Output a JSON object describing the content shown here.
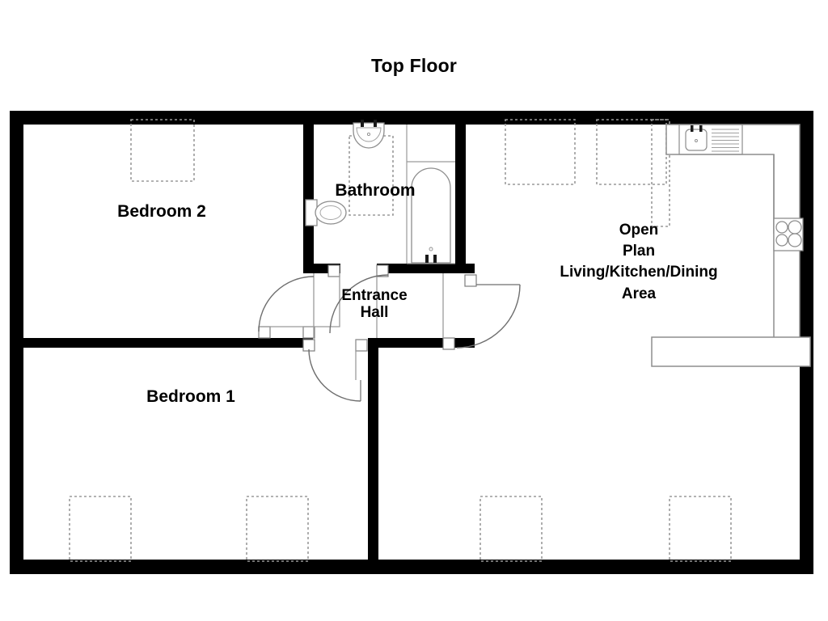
{
  "plan": {
    "title": "Top Floor",
    "type": "residential-floor-plan",
    "colors": {
      "wall": "#000000",
      "fixture_outline": "#8d8d8d",
      "window_dashed": "#9a9a9a",
      "door_arc": "#6e6e6e",
      "background": "#ffffff",
      "text": "#000000"
    }
  },
  "rooms": [
    {
      "id": "bedroom-2",
      "label": "Bedroom 2",
      "label_lines": [
        "Bedroom 2"
      ]
    },
    {
      "id": "bedroom-1",
      "label": "Bedroom 1",
      "label_lines": [
        "Bedroom 1"
      ]
    },
    {
      "id": "bathroom",
      "label": "Bathroom",
      "label_lines": [
        "Bathroom"
      ]
    },
    {
      "id": "entrance-hall",
      "label": "Entrance Hall",
      "label_lines": [
        "Entrance",
        "Hall"
      ]
    },
    {
      "id": "open-plan-living",
      "label": "Open Plan Living/Kitchen/Dining Area",
      "label_lines": [
        "Open",
        "Plan",
        "Living/Kitchen/Dining",
        "Area"
      ]
    }
  ],
  "fixtures": [
    {
      "id": "bathroom-sink",
      "name": "wash-basin",
      "room": "bathroom"
    },
    {
      "id": "bathroom-toilet",
      "name": "toilet",
      "room": "bathroom"
    },
    {
      "id": "bathroom-bath",
      "name": "bathtub",
      "room": "bathroom"
    },
    {
      "id": "kitchen-sink",
      "name": "kitchen-sink-with-drainer",
      "room": "open-plan-living"
    },
    {
      "id": "kitchen-hob",
      "name": "four-ring-hob",
      "room": "open-plan-living"
    },
    {
      "id": "kitchen-counter",
      "name": "kitchen-worktop",
      "room": "open-plan-living"
    },
    {
      "id": "kitchen-peninsula",
      "name": "kitchen-peninsula-unit",
      "room": "open-plan-living"
    }
  ],
  "doors": [
    {
      "id": "door-bedroom-2",
      "name": "bedroom-2-door",
      "swing": "arc"
    },
    {
      "id": "door-bedroom-1",
      "name": "bedroom-1-door",
      "swing": "arc"
    },
    {
      "id": "door-bathroom",
      "name": "bathroom-door",
      "swing": "arc"
    },
    {
      "id": "door-living",
      "name": "open-plan-living-door",
      "swing": "arc"
    }
  ],
  "windows": [
    {
      "id": "window-bedroom2-north",
      "room": "bedroom-2",
      "wall": "north"
    },
    {
      "id": "window-bathroom-north",
      "room": "bathroom",
      "wall": "north"
    },
    {
      "id": "window-living-north-1",
      "room": "open-plan-living",
      "wall": "north"
    },
    {
      "id": "window-living-north-2",
      "room": "open-plan-living",
      "wall": "north"
    },
    {
      "id": "window-living-north-3",
      "room": "open-plan-living",
      "wall": "north"
    },
    {
      "id": "window-bedroom1-south-1",
      "room": "bedroom-1",
      "wall": "south"
    },
    {
      "id": "window-bedroom1-south-2",
      "room": "bedroom-1",
      "wall": "south"
    },
    {
      "id": "window-living-south-1",
      "room": "open-plan-living",
      "wall": "south"
    },
    {
      "id": "window-living-south-2",
      "room": "open-plan-living",
      "wall": "south"
    }
  ]
}
